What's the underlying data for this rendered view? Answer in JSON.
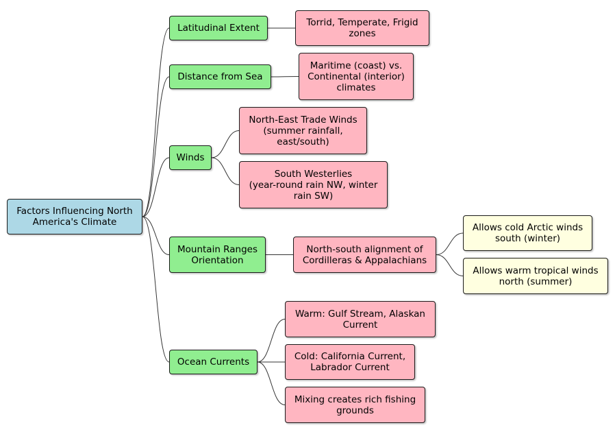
{
  "mindmap": {
    "root": {
      "lines": [
        "Factors Influencing North",
        "America's Climate"
      ],
      "color": "#add8e6"
    },
    "level_colors": {
      "level1": "#90ee90",
      "level2": "#ffb6c1",
      "level3": "#ffffe0"
    },
    "branches": [
      {
        "label": [
          "Latitudinal Extent"
        ],
        "children": [
          {
            "label": [
              "Torrid, Temperate, Frigid",
              "zones"
            ]
          }
        ]
      },
      {
        "label": [
          "Distance from Sea"
        ],
        "children": [
          {
            "label": [
              "Maritime (coast) vs.",
              "Continental (interior)",
              "climates"
            ]
          }
        ]
      },
      {
        "label": [
          "Winds"
        ],
        "children": [
          {
            "label": [
              "North-East Trade Winds",
              "(summer rainfall,",
              "east/south)"
            ]
          },
          {
            "label": [
              "South Westerlies",
              "(year-round rain NW, winter",
              "rain SW)"
            ]
          }
        ]
      },
      {
        "label": [
          "Mountain Ranges",
          "Orientation"
        ],
        "children": [
          {
            "label": [
              "North-south alignment of",
              "Cordilleras & Appalachians"
            ],
            "children": [
              {
                "label": [
                  "Allows cold Arctic winds",
                  "south (winter)"
                ]
              },
              {
                "label": [
                  "Allows warm tropical winds",
                  "north (summer)"
                ]
              }
            ]
          }
        ]
      },
      {
        "label": [
          "Ocean Currents"
        ],
        "children": [
          {
            "label": [
              "Warm: Gulf Stream, Alaskan",
              "Current"
            ]
          },
          {
            "label": [
              "Cold: California Current,",
              "Labrador Current"
            ]
          },
          {
            "label": [
              "Mixing creates rich fishing",
              "grounds"
            ]
          }
        ]
      }
    ]
  }
}
